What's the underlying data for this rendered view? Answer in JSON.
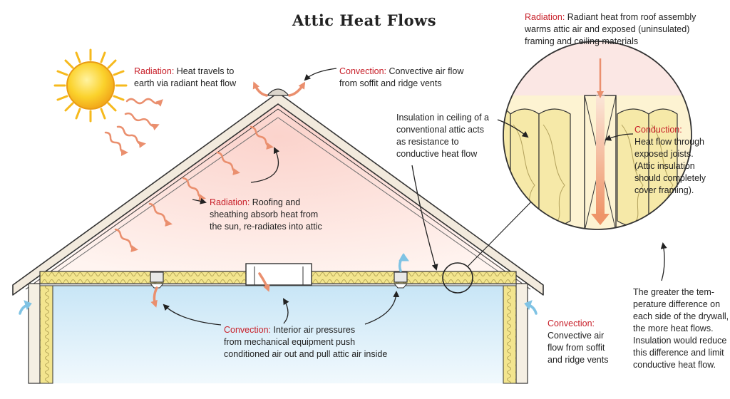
{
  "title": "Attic Heat Flows",
  "callouts": {
    "sun_radiation": {
      "keyword": "Radiation:",
      "lines": [
        "Heat travels to",
        "earth via radiant heat flow"
      ]
    },
    "ridge_convection": {
      "keyword": "Convection:",
      "lines": [
        "Convective air flow",
        "from soffit and ridge vents"
      ]
    },
    "ceiling_insulation": {
      "lines": [
        "Insulation in ceiling of a",
        "conventional attic acts",
        "as resistance to",
        "conductive heat flow"
      ]
    },
    "roof_radiation": {
      "keyword": "Radiation:",
      "lines": [
        "Roofing and",
        "sheathing absorb heat from",
        "the sun, re-radiates into attic"
      ]
    },
    "interior_convection": {
      "keyword": "Convection:",
      "lines": [
        "Interior air pressures",
        "from mechanical equipment push",
        "conditioned air out and pull attic air inside"
      ]
    },
    "soffit_convection": {
      "keyword": "Convection:",
      "lines": [
        "Convective air",
        "flow from soffit",
        "and ridge vents"
      ]
    },
    "inset_radiation": {
      "keyword": "Radiation:",
      "lines": [
        "Radiant heat from roof assembly",
        "warms attic air and exposed (uninsulated)",
        "framing and ceiling materials"
      ]
    },
    "inset_conduction": {
      "keyword": "Conduction:",
      "lines": [
        "Heat flow through",
        "exposed joists.",
        "(Attic insulation",
        "should completely",
        "cover framing)."
      ]
    },
    "drywall_note": {
      "lines": [
        "The greater the tem-",
        "perature difference on",
        "each side of the drywall,",
        "the more heat flows.",
        "Insulation would reduce",
        "this difference and limit",
        "conductive heat flow."
      ]
    }
  },
  "colors": {
    "keyword_red": "#c8202a",
    "heat_arrow": "#ea8f6e",
    "cool_arrow": "#7fc3e4",
    "insulation": "#f3e58e",
    "attic_glow": "#fbe2de",
    "interior": "#e2f2fb",
    "inset_fill": "#fdf3d2",
    "text": "#222222"
  }
}
